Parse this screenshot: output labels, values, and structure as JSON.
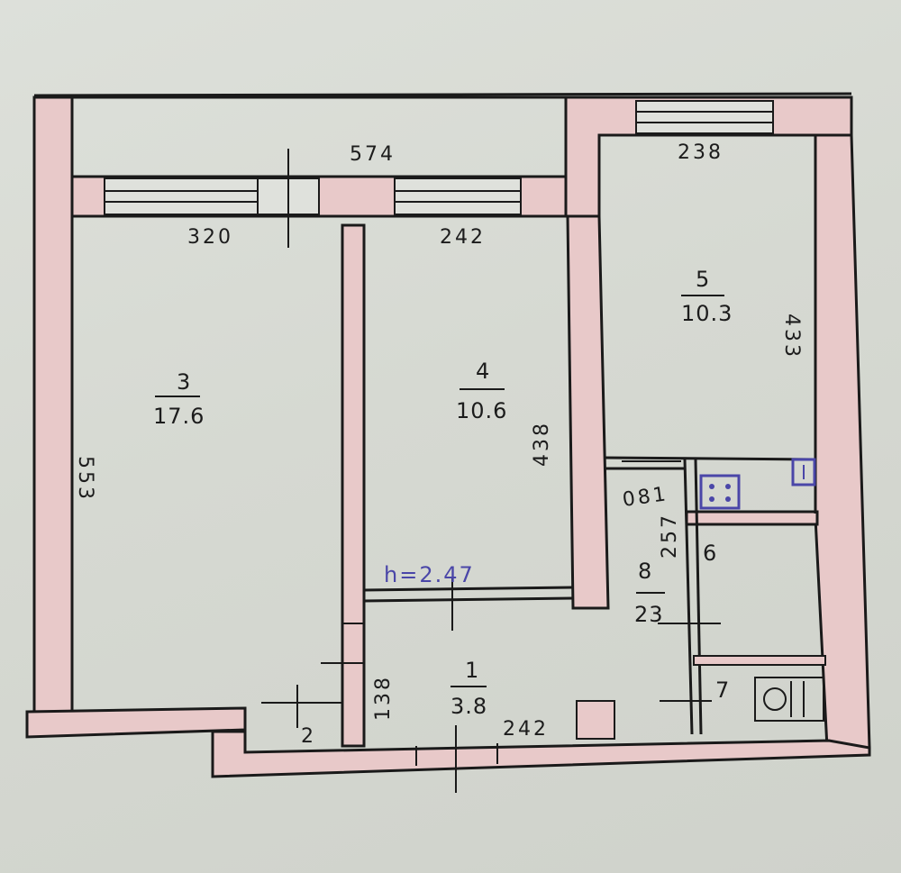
{
  "rooms": {
    "r3": {
      "number": "3",
      "area": "17.6"
    },
    "r4": {
      "number": "4",
      "area": "10.6"
    },
    "r5": {
      "number": "5",
      "area": "10.3"
    },
    "r1": {
      "number": "1",
      "area": "3.8"
    },
    "r8": {
      "number": "8",
      "area": "23"
    },
    "r6": {
      "number": "6"
    },
    "r7": {
      "number": "7"
    }
  },
  "dimensions": {
    "balcony": "574",
    "room3_width": "320",
    "room4_width": "242",
    "room5_width": "238",
    "room3_length": "553",
    "room4_length": "438",
    "room5_length": "433",
    "hall_width": "242",
    "hall_height": "138",
    "hall_small": "2",
    "corridor_width": "081",
    "corridor_length": "257"
  },
  "ceiling_height": "h=2.47",
  "colors": {
    "wall_fill": "#e8c9c9",
    "ink": "#1a1a1a",
    "annotation_blue": "#4a46a8"
  }
}
